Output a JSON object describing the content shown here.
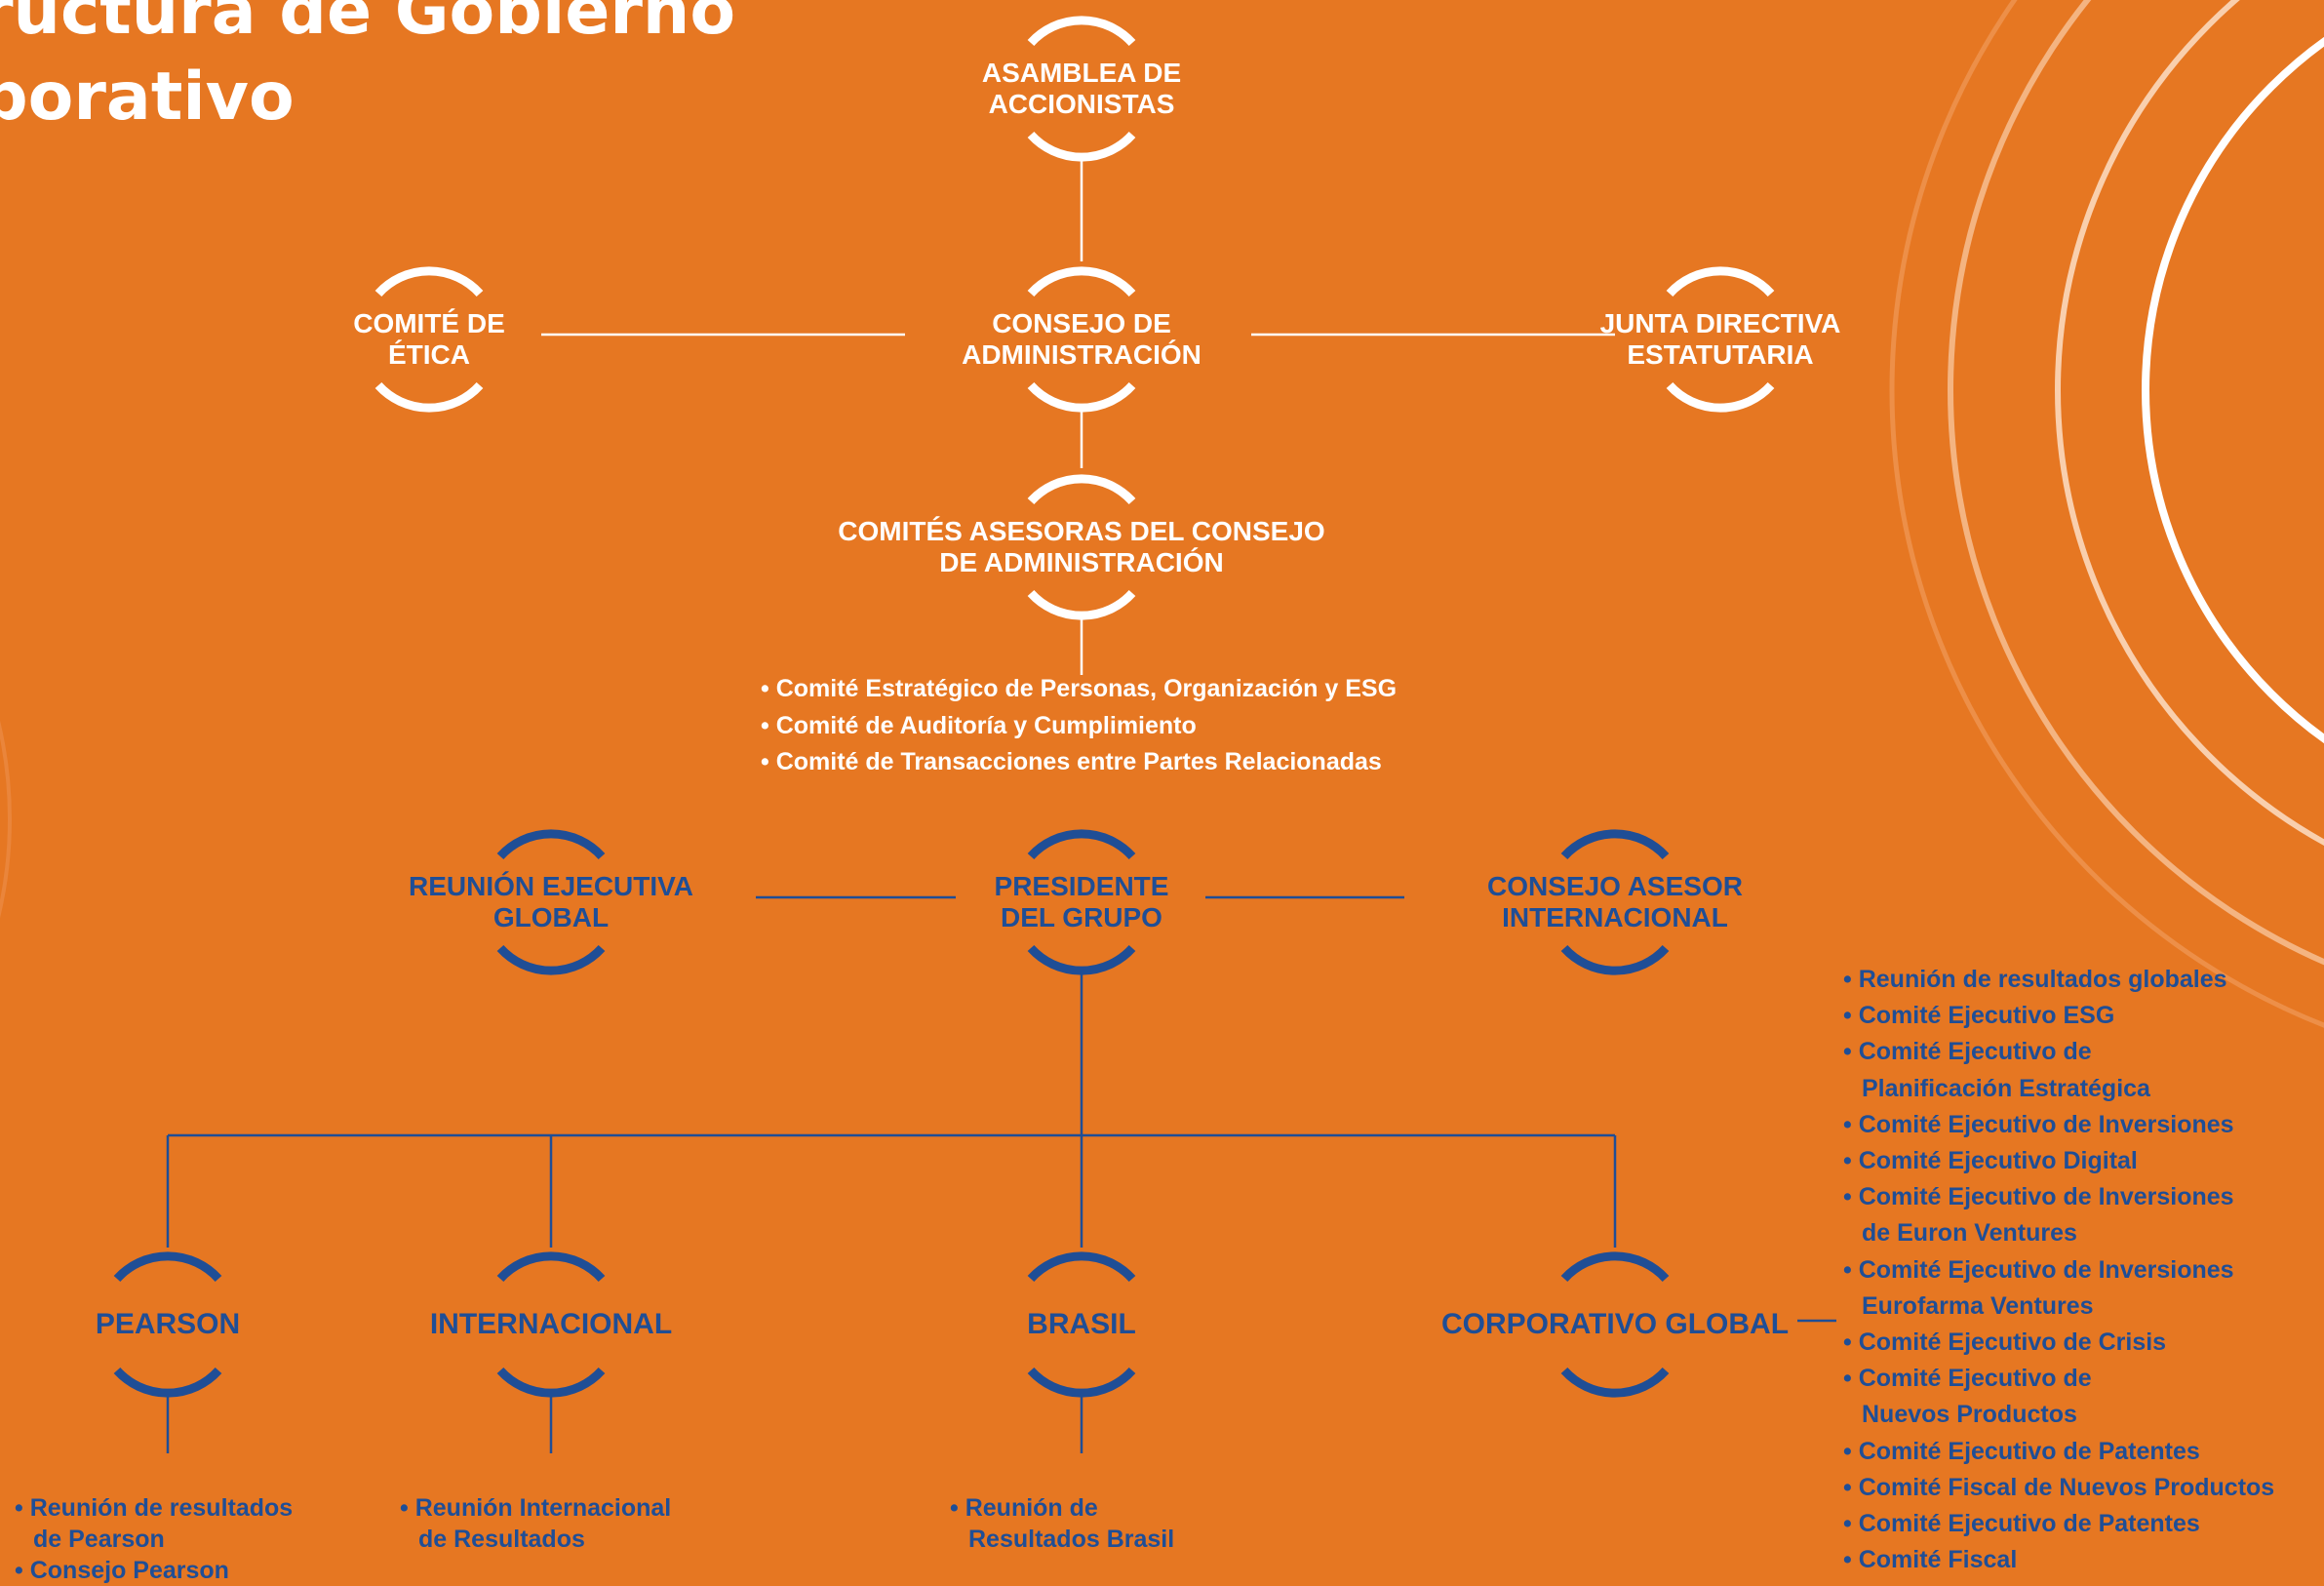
{
  "title": {
    "line1": "ructura de Gobierno",
    "line2": "porativo"
  },
  "level1": {
    "asamblea": [
      "ASAMBLEA DE",
      "ACCIONISTAS"
    ],
    "comite_etica": [
      "COMITÉ DE",
      "ÉTICA"
    ],
    "consejo": [
      "CONSEJO DE",
      "ADMINISTRACIÓN"
    ],
    "junta": [
      "JUNTA DIRECTIVA",
      "ESTATUTARIA"
    ],
    "comites_asesoras": [
      "COMITÉS ASESORAS DEL CONSEJO",
      "DE ADMINISTRACIÓN"
    ]
  },
  "consejo_committees": [
    "Comité Estratégico de Personas, Organización y ESG",
    "Comité de Auditoría y Cumplimiento",
    "Comité de Transacciones entre Partes Relacionadas"
  ],
  "level2": {
    "reunion_ejecutiva": [
      "REUNIÓN EJECUTIVA",
      "GLOBAL"
    ],
    "presidente": [
      "PRESIDENTE",
      "DEL GRUPO"
    ],
    "consejo_asesor": [
      "CONSEJO ASESOR",
      "INTERNACIONAL"
    ]
  },
  "units": {
    "pearson": "PEARSON",
    "internacional": "INTERNACIONAL",
    "brasil": "BRASIL",
    "corporativo": "CORPORATIVO GLOBAL"
  },
  "unit_items": {
    "pearson": [
      [
        "Reunión de resultados",
        "de Pearson"
      ],
      [
        "Consejo Pearson"
      ]
    ],
    "internacional": [
      [
        "Reunión Internacional",
        "de Resultados"
      ]
    ],
    "brasil": [
      [
        "Reunión de",
        "Resultados Brasil"
      ]
    ],
    "corporativo": [
      [
        "Reunión de resultados globales"
      ],
      [
        "Comité Ejecutivo ESG"
      ],
      [
        "Comité Ejecutivo de",
        "Planificación Estratégica"
      ],
      [
        "Comité Ejecutivo de Inversiones"
      ],
      [
        "Comité Ejecutivo Digital"
      ],
      [
        "Comité Ejecutivo de Inversiones",
        "de Euron Ventures"
      ],
      [
        "Comité Ejecutivo de Inversiones",
        "Eurofarma Ventures"
      ],
      [
        "Comité Ejecutivo de Crisis"
      ],
      [
        "Comité Ejecutivo de",
        "Nuevos Productos"
      ],
      [
        "Comité Ejecutivo de Patentes"
      ],
      [
        "Comité Fiscal de Nuevos Productos"
      ],
      [
        "Comité Ejecutivo de Patentes"
      ],
      [
        "Comité Fiscal"
      ]
    ]
  },
  "bullet": "•",
  "colors": {
    "background": "#E67722",
    "white": "#FFFFFF",
    "blue": "#1F4E96"
  }
}
